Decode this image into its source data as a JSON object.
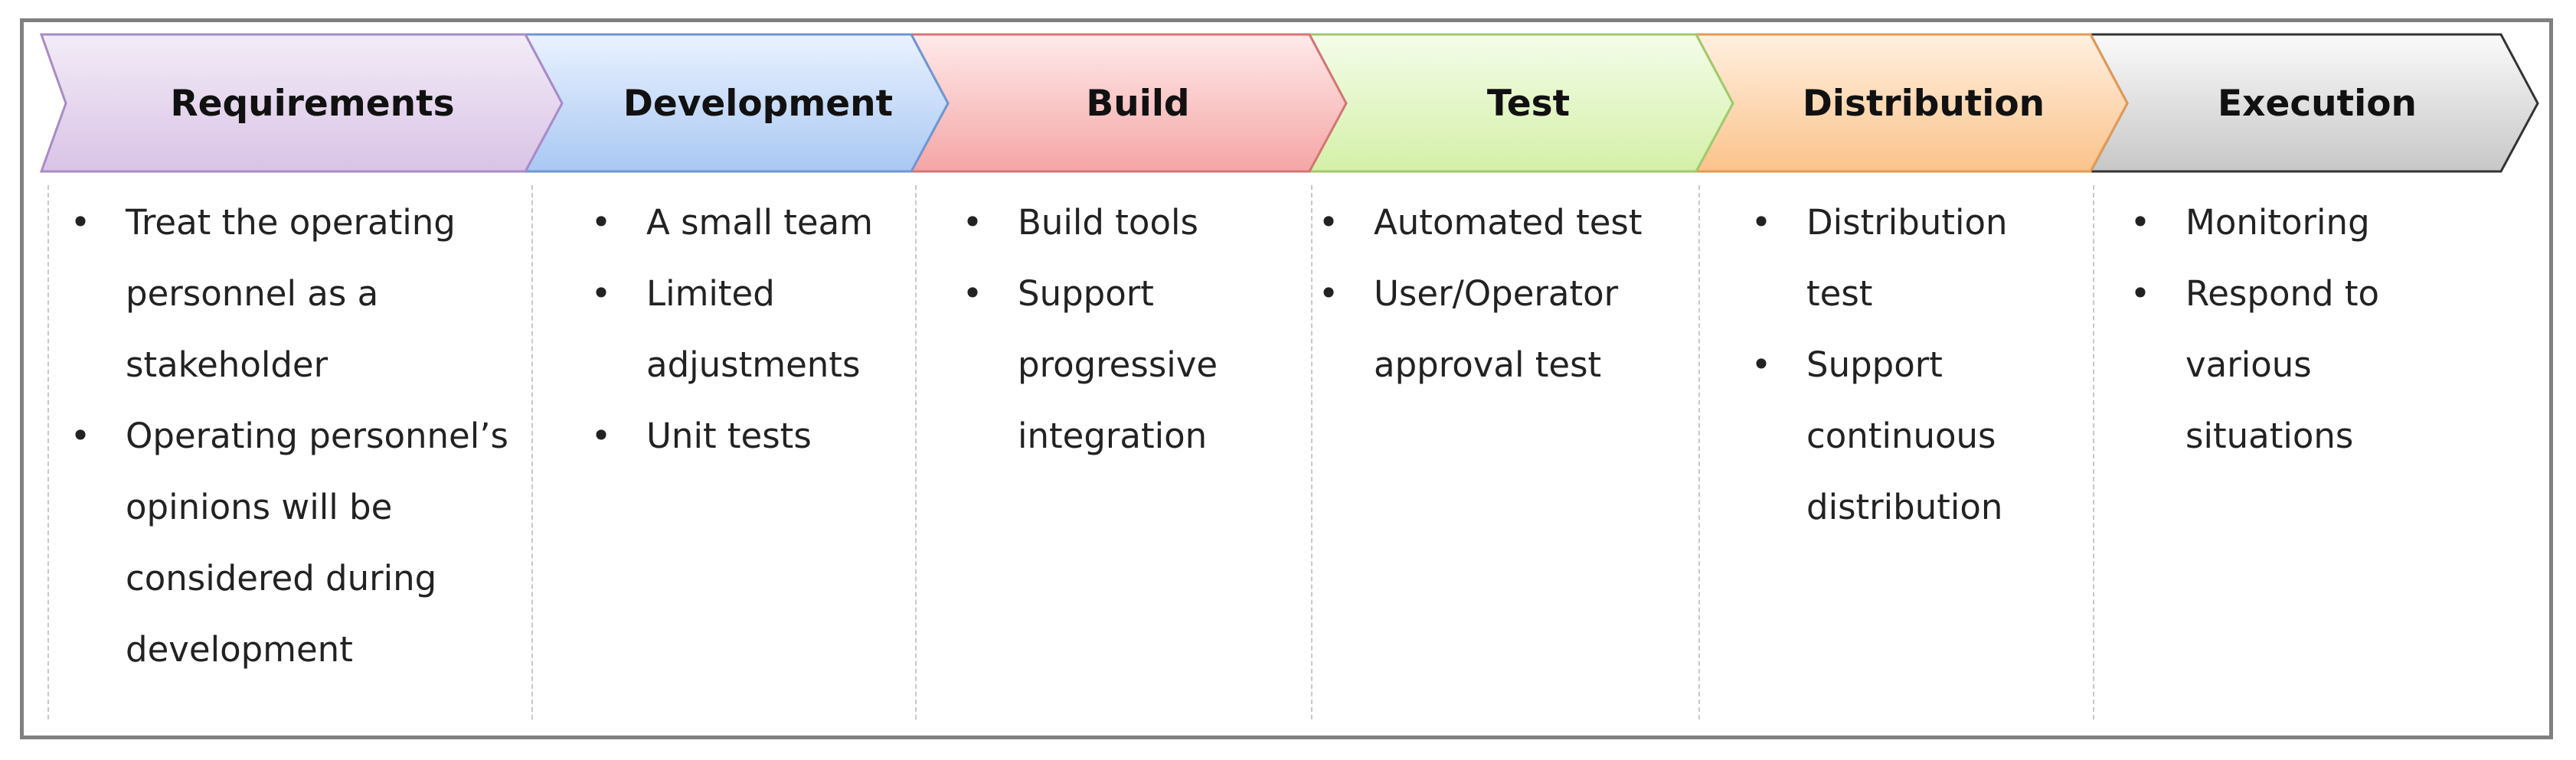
{
  "stages": [
    {
      "title": "Requirements",
      "fill_top": "#f3ecf7",
      "fill_bottom": "#d9c3e6",
      "stroke": "#a98bc6",
      "items": [
        [
          "Treat the operating",
          "personnel as a",
          "stakeholder"
        ],
        [
          "Operating personnel’s",
          "opinions will be",
          "considered during",
          "development"
        ]
      ]
    },
    {
      "title": "Development",
      "fill_top": "#eaf2ff",
      "fill_bottom": "#a9c8f3",
      "stroke": "#6f96d3",
      "items": [
        [
          "A small team"
        ],
        [
          "Limited",
          "adjustments"
        ],
        [
          "Unit tests"
        ]
      ]
    },
    {
      "title": "Build",
      "fill_top": "#ffeaea",
      "fill_bottom": "#f5a5a5",
      "stroke": "#d47575",
      "items": [
        [
          "Build tools"
        ],
        [
          "Support",
          "progressive",
          "integration"
        ]
      ]
    },
    {
      "title": "Test",
      "fill_top": "#f4fce9",
      "fill_bottom": "#d4f0a8",
      "stroke": "#9fca6b",
      "items": [
        [
          "Automated test"
        ],
        [
          "User/Operator",
          "approval test"
        ]
      ]
    },
    {
      "title": "Distribution",
      "fill_top": "#fff0e0",
      "fill_bottom": "#fbc38b",
      "stroke": "#e29a53",
      "items": [
        [
          "Distribution",
          "test"
        ],
        [
          "Support",
          "continuous",
          "distribution"
        ]
      ]
    },
    {
      "title": "Execution",
      "fill_top": "#fafafa",
      "fill_bottom": "#c7c7c7",
      "stroke": "#333333",
      "items": [
        [
          "Monitoring"
        ],
        [
          "Respond to",
          "various",
          "situations"
        ]
      ]
    }
  ],
  "bullet_char": "•"
}
